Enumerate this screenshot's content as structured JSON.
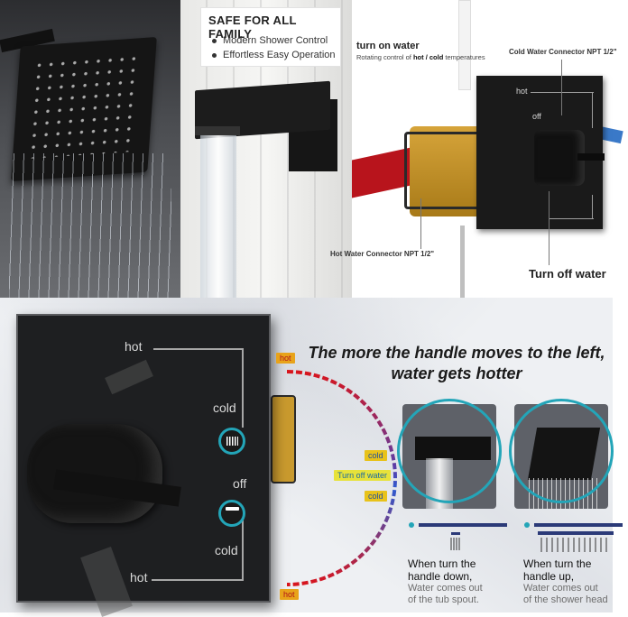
{
  "info_card": {
    "title": "SAFE FOR ALL FAMILY",
    "items": [
      "Modern Shower Control",
      "Effortless Easy Operation"
    ]
  },
  "valve": {
    "title": "turn on water",
    "sub_prefix": "Rotating control of ",
    "sub_bold": "hot / cold",
    "sub_suffix": " temperatures",
    "cold_connector": "Cold Water Connector NPT 1/2\"",
    "hot_connector": "Hot Water Connector NPT 1/2\"",
    "turn_off": "Turn off water",
    "plate_hot": "hot",
    "plate_off": "off"
  },
  "plate": {
    "hot_top": "hot",
    "cold_top": "cold",
    "off": "off",
    "cold_bottom": "cold",
    "hot_bottom": "hot"
  },
  "headline": {
    "line1": "The more the handle moves to the left,",
    "line2": "water gets hotter"
  },
  "scale_tags": {
    "hot_top": "hot",
    "cold_upper": "cold",
    "turn_off": "Turn off water",
    "cold_lower": "cold",
    "hot_bottom": "hot"
  },
  "mode_down": {
    "title_line1": "When turn the",
    "title_line2": "handle down,",
    "body_line1": "Water comes out",
    "body_line2": "of the tub spout."
  },
  "mode_up": {
    "title_line1": "When turn the",
    "title_line2": "handle up,",
    "body_line1": "Water comes out",
    "body_line2": "of the shower head"
  },
  "colors": {
    "accent_teal": "#23a5b8",
    "hot_red": "#b8141c",
    "cold_blue": "#3a79c8",
    "tag_yellow": "#e8c21a"
  }
}
